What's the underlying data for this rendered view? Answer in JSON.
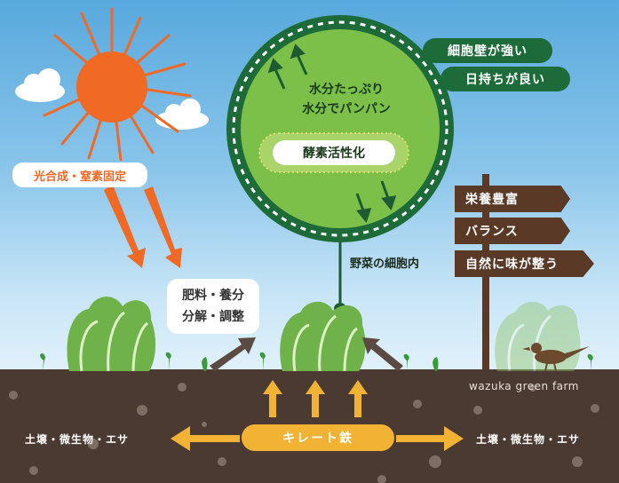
{
  "photosynthesis_label": "光合成・窒素固定",
  "fertilizer": {
    "line1": "肥料・養分",
    "line2": "分解・調整"
  },
  "cell": {
    "water_line1": "水分たっぷり",
    "water_line2": "水分でパンパン",
    "enzyme": "酵素活性化",
    "caption": "野菜の細胞内"
  },
  "benefits": [
    "細胞壁が強い",
    "日持ちが良い"
  ],
  "signs": [
    "栄養豊富",
    "バランス",
    "自然に味が整う"
  ],
  "farm_name": "wazuka green farm",
  "soil": {
    "left_label": "土壌・微生物・エサ",
    "right_label": "土壌・微生物・エサ",
    "center_label": "キレート鉄"
  },
  "colors": {
    "sun": "#f06a25",
    "leaf": "#7cc04a",
    "dark_green": "#1e6b3a",
    "soil": "#4a3a32",
    "sign": "#5a3a26",
    "chelate": "#f2b233"
  }
}
